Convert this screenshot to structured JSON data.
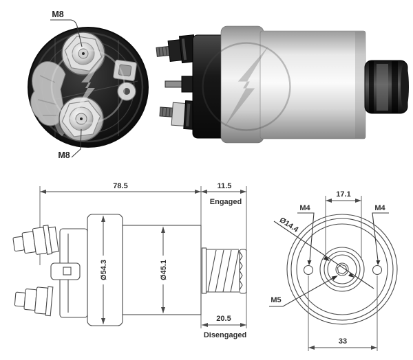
{
  "rear_photo": {
    "label_top": "M8",
    "label_bottom": "M8"
  },
  "side_photo": {
    "watermark_icon": "zm-logo"
  },
  "side_drawing": {
    "dim_total_length": "78.5",
    "dim_engaged_travel": "11.5",
    "label_engaged": "Engaged",
    "dim_flange_diameter": "Ø54.3",
    "dim_body_diameter": "Ø45.1",
    "dim_disengaged_travel": "20.5",
    "label_disengaged": "Disengaged"
  },
  "end_drawing": {
    "dim_inner_spacing": "17.1",
    "label_thread_left": "M4",
    "label_thread_right": "M4",
    "dim_boss_diameter": "Ø14.4",
    "label_thread_center": "M5",
    "dim_hole_spacing": "33"
  },
  "colors": {
    "background": "#ffffff",
    "line_art": "#4a4a4a",
    "dimension_text": "#2e2e2e",
    "photo_dark_cap": "#141414",
    "photo_metal_light": "#f0f0f0",
    "watermark": "rgba(120,120,120,0.3)"
  }
}
